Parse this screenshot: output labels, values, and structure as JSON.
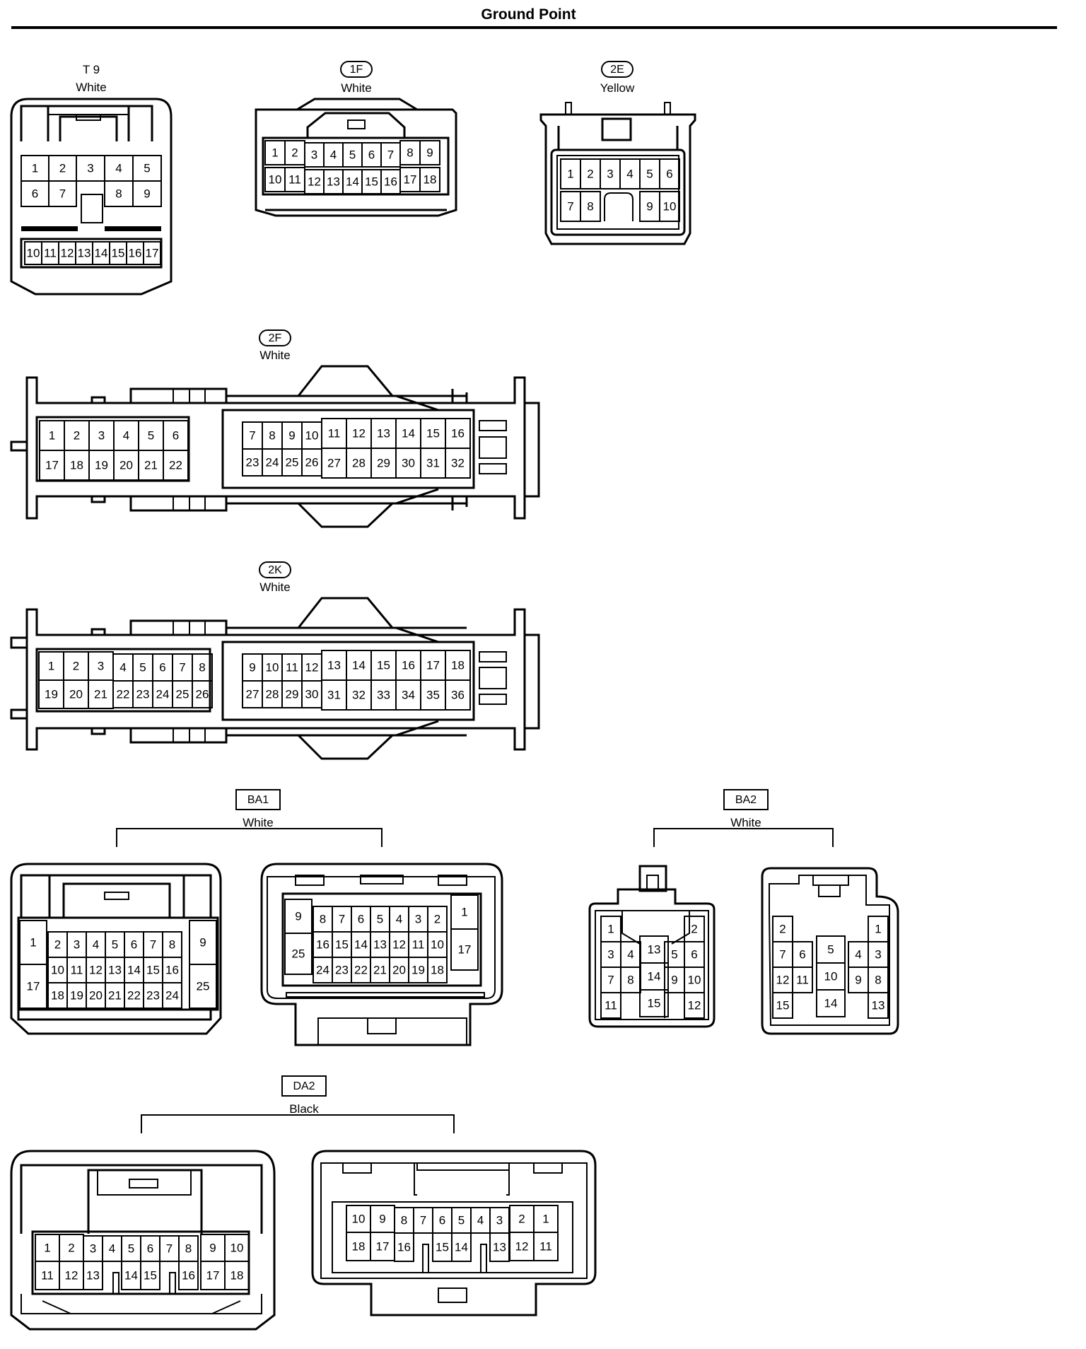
{
  "title": "Ground Point",
  "connectors": [
    {
      "code": "T 9",
      "code_style": "plain",
      "color": "White",
      "pins": [
        "1",
        "2",
        "3",
        "4",
        "5",
        "6",
        "7",
        "8",
        "9",
        "10",
        "11",
        "12",
        "13",
        "14",
        "15",
        "16",
        "17"
      ]
    },
    {
      "code": "1F",
      "code_style": "oval",
      "color": "White",
      "pins": [
        "1",
        "2",
        "3",
        "4",
        "5",
        "6",
        "7",
        "8",
        "9",
        "10",
        "11",
        "12",
        "13",
        "14",
        "15",
        "16",
        "17",
        "18"
      ]
    },
    {
      "code": "2E",
      "code_style": "oval",
      "color": "Yellow",
      "pins": [
        "1",
        "2",
        "3",
        "4",
        "5",
        "6",
        "7",
        "8",
        "9",
        "10"
      ]
    },
    {
      "code": "2F",
      "code_style": "oval",
      "color": "White",
      "pins": [
        "1",
        "2",
        "3",
        "4",
        "5",
        "6",
        "7",
        "8",
        "9",
        "10",
        "11",
        "12",
        "13",
        "14",
        "15",
        "16",
        "17",
        "18",
        "19",
        "20",
        "21",
        "22",
        "23",
        "24",
        "25",
        "26",
        "27",
        "28",
        "29",
        "30",
        "31",
        "32"
      ]
    },
    {
      "code": "2K",
      "code_style": "oval",
      "color": "White",
      "pins": [
        "1",
        "2",
        "3",
        "4",
        "5",
        "6",
        "7",
        "8",
        "9",
        "10",
        "11",
        "12",
        "13",
        "14",
        "15",
        "16",
        "17",
        "18",
        "19",
        "20",
        "21",
        "22",
        "23",
        "24",
        "25",
        "26",
        "27",
        "28",
        "29",
        "30",
        "31",
        "32",
        "33",
        "34",
        "35",
        "36"
      ]
    },
    {
      "code": "BA1",
      "code_style": "box",
      "color": "White",
      "pins": [
        "1",
        "2",
        "3",
        "4",
        "5",
        "6",
        "7",
        "8",
        "9",
        "10",
        "11",
        "12",
        "13",
        "14",
        "15",
        "16",
        "17",
        "18",
        "19",
        "20",
        "21",
        "22",
        "23",
        "24",
        "25"
      ]
    },
    {
      "code": "BA2",
      "code_style": "box",
      "color": "White",
      "pins": [
        "1",
        "2",
        "3",
        "4",
        "5",
        "6",
        "7",
        "8",
        "9",
        "10",
        "11",
        "12",
        "13",
        "14",
        "15"
      ]
    },
    {
      "code": "DA2",
      "code_style": "box",
      "color": "Black",
      "pins": [
        "1",
        "2",
        "3",
        "4",
        "5",
        "6",
        "7",
        "8",
        "9",
        "10",
        "11",
        "12",
        "13",
        "14",
        "15",
        "16",
        "17",
        "18"
      ]
    }
  ]
}
